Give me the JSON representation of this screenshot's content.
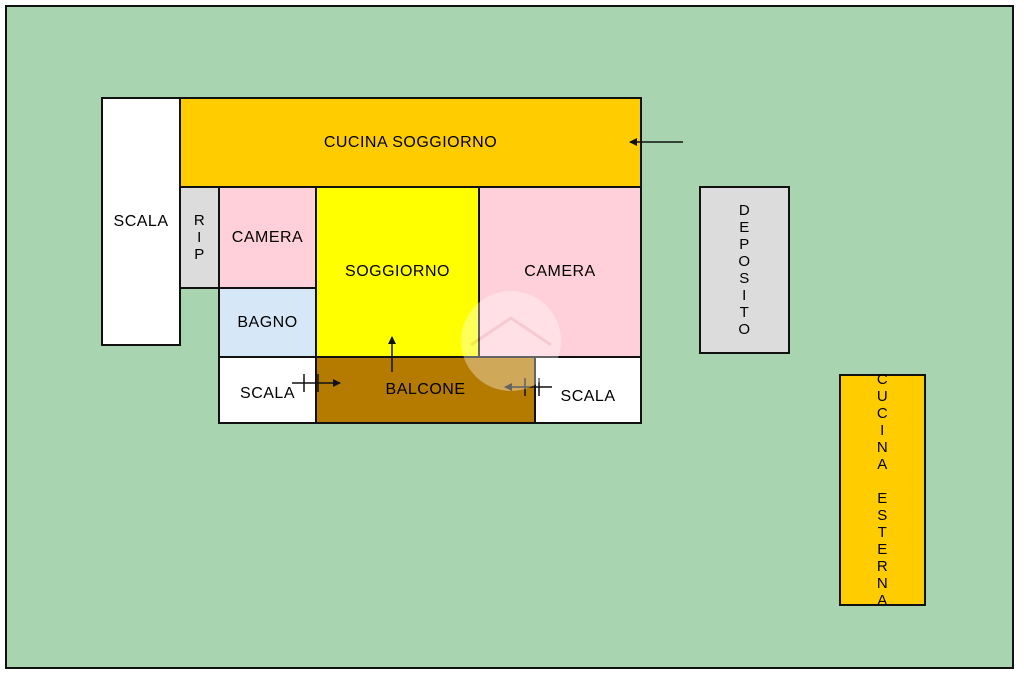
{
  "rooms": {
    "scala_left": "SCALA",
    "cucina_soggiorno": "CUCINA SOGGIORNO",
    "rip": "R\nI\nP",
    "camera_small": "CAMERA",
    "soggiorno": "SOGGIORNO",
    "camera_large": "CAMERA",
    "bagno": "BAGNO",
    "scala_bottom_left": "SCALA",
    "balcone": "BALCONE",
    "scala_bottom_right": "SCALA",
    "deposito": "D\nE\nP\nO\nS\nI\nT\nO",
    "cucina_esterna": "C\nU\nC\nI\nN\nA\n \nE\nS\nT\nE\nR\nN\nA"
  },
  "colors": {
    "ground": "#a8d5b0",
    "scala": "#ffffff",
    "cucina": "#ffcc00",
    "rip": "#dcdcdc",
    "camera": "#ffd0da",
    "soggiorno": "#ffff00",
    "bagno": "#d6e8f8",
    "balcone": "#b57a00",
    "deposito": "#dcdcdc"
  }
}
